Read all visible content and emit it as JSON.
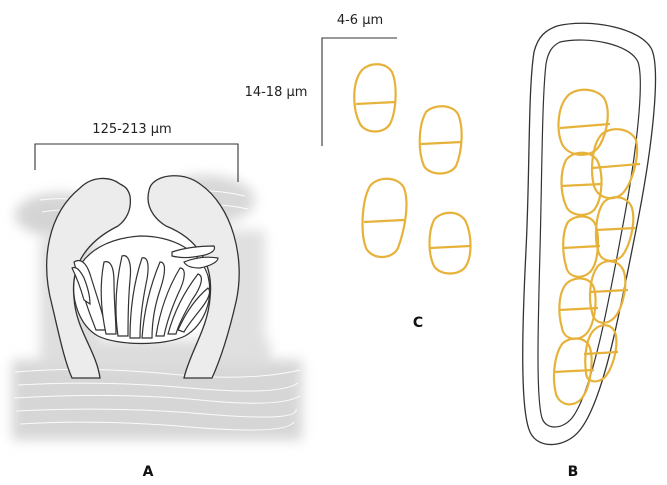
{
  "figure": {
    "panels": {
      "a": {
        "label": "A",
        "dimension": "125-213 µm"
      },
      "b": {
        "label": "B"
      },
      "c": {
        "label": "C",
        "width_dimension": "4-6 µm",
        "length_dimension": "14-18 µm"
      }
    },
    "colors": {
      "spore": "#e6b23a",
      "spore_fill": "#f1d48b",
      "outline": "#333333",
      "tissue": "#d9d9d9"
    }
  }
}
